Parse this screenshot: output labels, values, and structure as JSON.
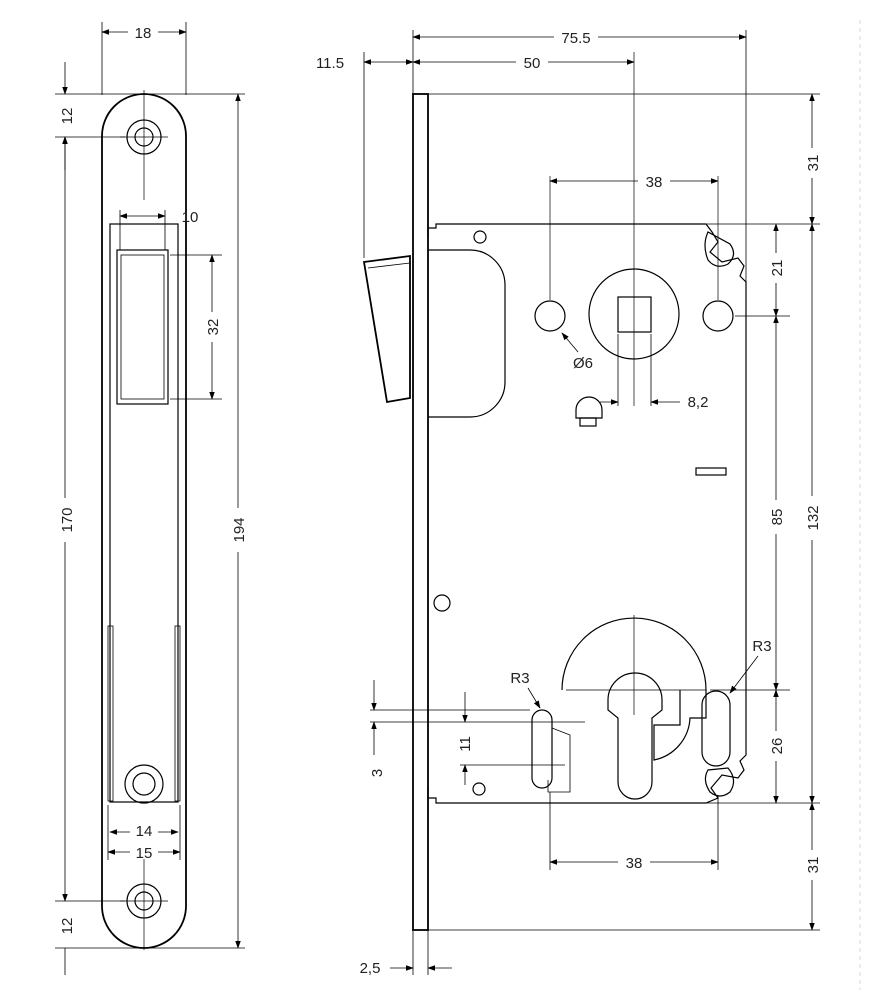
{
  "dimensions": {
    "faceplate_width": "18",
    "top_margin": "12",
    "bottom_margin": "12",
    "latch_width": "10",
    "latch_height": "32",
    "hole_spacing": "170",
    "faceplate_length": "194",
    "slot_inner": "14",
    "slot_outer": "15",
    "case_depth": "75.5",
    "backset": "50",
    "latch_projection": "11.5",
    "top_offset": "31",
    "bottom_offset": "31",
    "handle_to_case_top": "21",
    "handle_hole_spacing": "38",
    "handle_hole_diameter": "Ø6",
    "spindle_square": "8,2",
    "handle_to_cylinder": "85",
    "case_height": "132",
    "cylinder_to_case_bottom": "26",
    "cylinder_hole_spacing": "38",
    "cylinder_small_offset": "11",
    "cylinder_tiny_offset": "3",
    "radius_left": "R3",
    "radius_right": "R3",
    "plate_thickness": "2,5"
  }
}
